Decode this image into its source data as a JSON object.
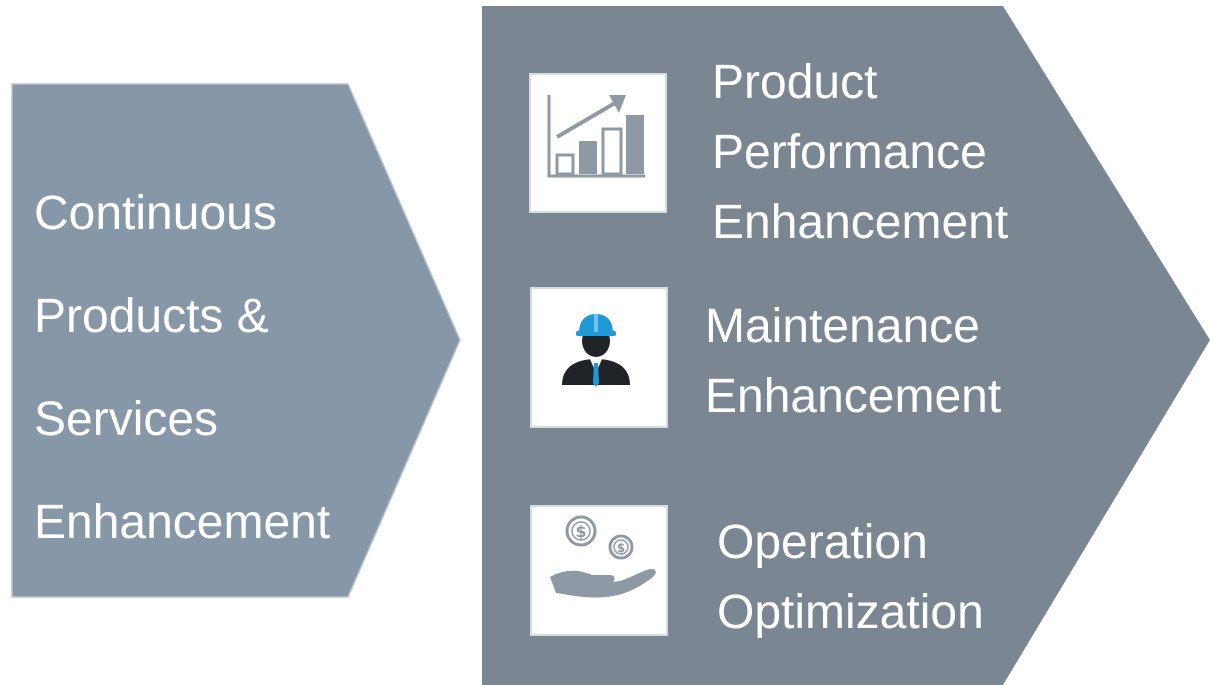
{
  "colors": {
    "left_shape": "#8698a8",
    "right_shape": "#7a8793",
    "icon_gray": "#8d9aa6",
    "helmet_blue": "#1f9ad6",
    "text": "#ffffff"
  },
  "left": {
    "lines": [
      "Continuous",
      "Products &",
      "Services",
      "Enhancement"
    ]
  },
  "items": [
    {
      "icon": "growth-chart-icon",
      "lines": [
        "Product",
        "Performance",
        "Enhancement"
      ]
    },
    {
      "icon": "engineer-icon",
      "lines": [
        "Maintenance",
        "Enhancement"
      ]
    },
    {
      "icon": "money-hand-icon",
      "lines": [
        "Operation",
        "Optimization"
      ]
    }
  ]
}
